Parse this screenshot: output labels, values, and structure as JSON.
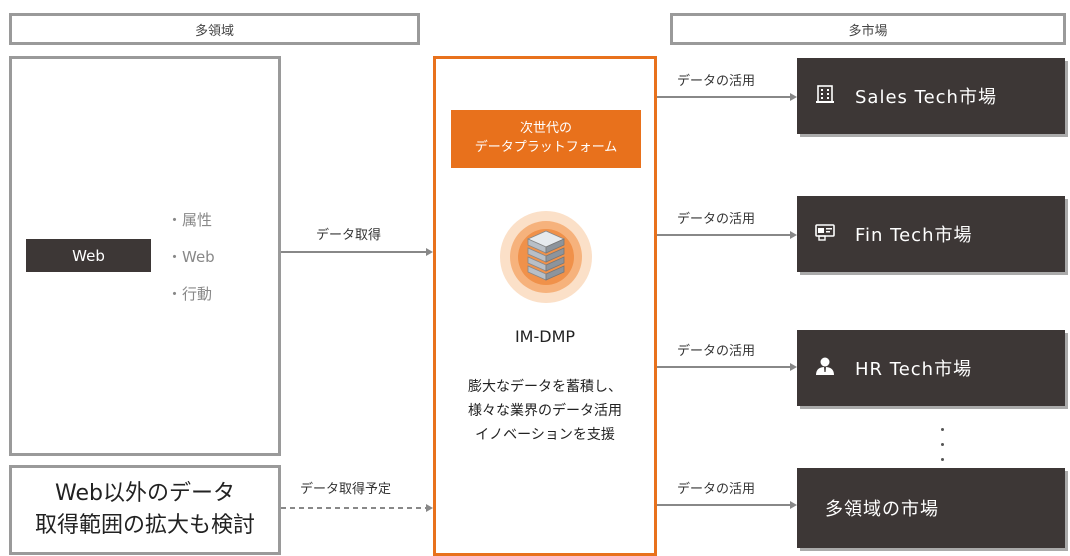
{
  "headers": {
    "left": "多領域",
    "right": "多市場"
  },
  "source": {
    "web_label": "Web",
    "bullets": [
      "・属性",
      "・Web",
      "・行動"
    ],
    "future_line1": "Web以外のデータ",
    "future_line2": "取得範囲の拡大も検討"
  },
  "arrows": {
    "acquire": "データ取得",
    "acquire_planned": "データ取得予定",
    "use": "データの活用"
  },
  "platform": {
    "tag_line1": "次世代の",
    "tag_line2": "データプラットフォーム",
    "name": "IM-DMP",
    "desc_line1": "膨大なデータを蓄積し、",
    "desc_line2": "様々な業界のデータ活用",
    "desc_line3": "イノベーションを支援",
    "icon": "server-stack-icon"
  },
  "markets": [
    {
      "label": "Sales Tech市場",
      "icon": "building-icon"
    },
    {
      "label": "Fin Tech市場",
      "icon": "card-terminal-icon"
    },
    {
      "label": "HR Tech市場",
      "icon": "person-icon"
    },
    {
      "label": "多領域の市場",
      "icon": ""
    }
  ],
  "colors": {
    "accent": "#e8711c",
    "dark_box": "#3d3736",
    "border_gray": "#9a9a9a"
  }
}
